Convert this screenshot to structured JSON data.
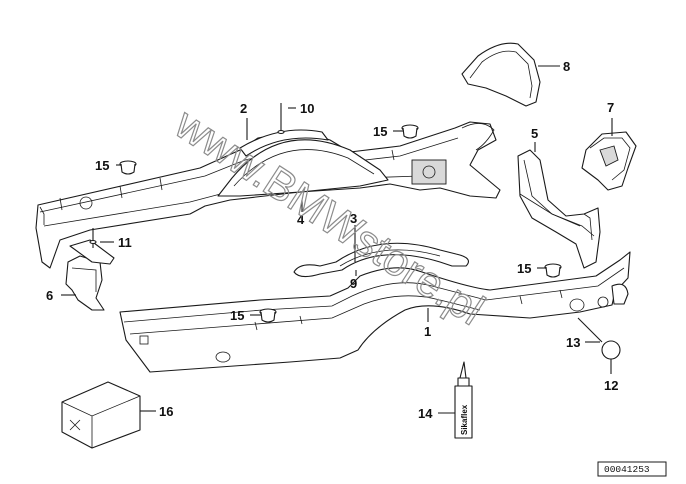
{
  "diagram": {
    "watermark": "www.BMWstore.pl",
    "drawing_code": "00041253",
    "tube_label": "Sikaflex",
    "callouts": [
      {
        "id": "c1",
        "label": "1"
      },
      {
        "id": "c2",
        "label": "2"
      },
      {
        "id": "c3",
        "label": "3"
      },
      {
        "id": "c4",
        "label": "4"
      },
      {
        "id": "c5",
        "label": "5"
      },
      {
        "id": "c6",
        "label": "6"
      },
      {
        "id": "c7",
        "label": "7"
      },
      {
        "id": "c8",
        "label": "8"
      },
      {
        "id": "c9",
        "label": "9"
      },
      {
        "id": "c10",
        "label": "10"
      },
      {
        "id": "c11",
        "label": "11"
      },
      {
        "id": "c12",
        "label": "12"
      },
      {
        "id": "c13",
        "label": "13"
      },
      {
        "id": "c14",
        "label": "14"
      },
      {
        "id": "c15a",
        "label": "15"
      },
      {
        "id": "c15b",
        "label": "15"
      },
      {
        "id": "c15c",
        "label": "15"
      },
      {
        "id": "c15d",
        "label": "15"
      },
      {
        "id": "c16",
        "label": "16"
      }
    ]
  }
}
